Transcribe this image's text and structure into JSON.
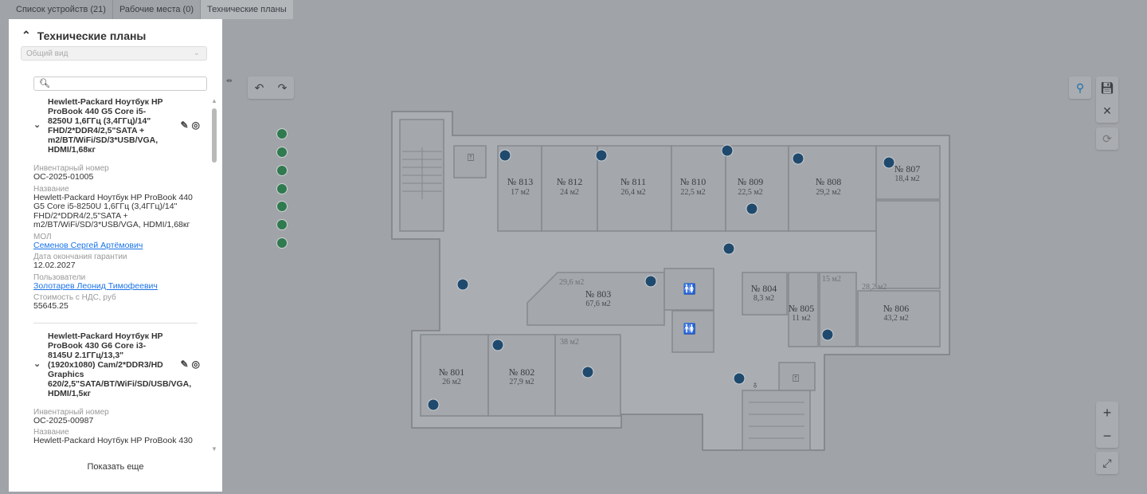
{
  "tabs": [
    {
      "label": "Список устройств (21)"
    },
    {
      "label": "Рабочие места (0)"
    },
    {
      "label": "Технические планы"
    }
  ],
  "sidebar": {
    "title": "Технические планы",
    "view_select": "Общий вид",
    "search_placeholder": "",
    "show_more": "Показать еще",
    "field_labels": {
      "inv": "Инвентарный номер",
      "name": "Название",
      "mol": "МОЛ",
      "warranty": "Дата окончания гарантии",
      "users": "Пользователи",
      "cost": "Стоимость с НДС, руб"
    },
    "devices": [
      {
        "title": "Hewlett-Packard Ноутбук HP ProBook 440 G5 Core i5-8250U 1,6ГГц (3,4ГГц)/14\" FHD/2*DDR4/2,5\"SATA + m2/BT/WiFi/SD/3*USB/VGA, HDMI/1,68кг",
        "inv": "ОС-2025-01005",
        "name": "Hewlett-Packard Ноутбук HP ProBook 440 G5 Core i5-8250U 1,6ГГц (3,4ГГц)/14\" FHD/2*DDR4/2,5\"SATA + m2/BT/WiFi/SD/3*USB/VGA, HDMI/1,68кг",
        "mol": "Семенов Сергей Артёмович",
        "warranty": "12.02.2027",
        "users": "Золотарев Леонид Тимофеевич",
        "cost": "55645.25"
      },
      {
        "title": "Hewlett-Packard Ноутбук HP ProBook 430 G6 Core i3-8145U 2.1ГГц/13,3\"(1920x1080) Cam/2*DDR3/HD Graphics 620/2,5\"SATA/BT/WiFi/SD/USB/VGA, HDMI/1,5кг",
        "inv": "ОС-2025-00987",
        "name": "Hewlett-Packard Ноутбук HP ProBook 430"
      }
    ]
  },
  "plan": {
    "rooms": [
      {
        "num": "№ 813",
        "area": "17 м2"
      },
      {
        "num": "№ 812",
        "area": "24 м2"
      },
      {
        "num": "№ 811",
        "area": "26,4 м2"
      },
      {
        "num": "№ 810",
        "area": "22,5 м2"
      },
      {
        "num": "№ 809",
        "area": "22,5 м2"
      },
      {
        "num": "№ 808",
        "area": "29,2 м2"
      },
      {
        "num": "№ 807",
        "area": "18,4 м2"
      },
      {
        "num": "№ 803",
        "area": "67,6 м2"
      },
      {
        "num": "№ 804",
        "area": "8,3 м2"
      },
      {
        "num": "№ 805",
        "area": "11 м2"
      },
      {
        "num": "№ 806",
        "area": "43,2 м2"
      },
      {
        "num": "№ 801",
        "area": "26 м2"
      },
      {
        "num": "№ 802",
        "area": "27,9 м2"
      }
    ],
    "extra_areas": [
      "29,6 м2",
      "38 м2",
      "15 м2",
      "28,2 м2"
    ],
    "colors": {
      "marker": "#1f4a6e",
      "pin": "#2f7a4f",
      "accent": "#1a73e8"
    }
  }
}
